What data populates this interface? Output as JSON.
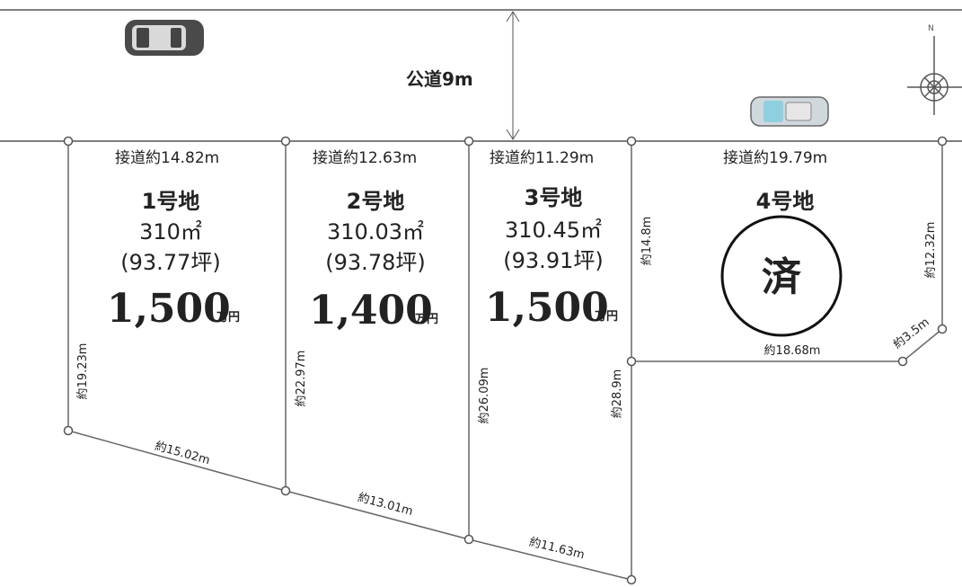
{
  "road": {
    "label": "公道9m"
  },
  "lots": [
    {
      "name": "1号地",
      "area": "310㎡",
      "tsubo": "(93.77坪)",
      "price": "1,500",
      "unit": "万円",
      "frontage": "接道約14.82m"
    },
    {
      "name": "2号地",
      "area": "310.03㎡",
      "tsubo": "(93.78坪)",
      "price": "1,400",
      "unit": "万円",
      "frontage": "接道約12.63m"
    },
    {
      "name": "3号地",
      "area": "310.45㎡",
      "tsubo": "(93.91坪)",
      "price": "1,500",
      "unit": "万円",
      "frontage": "接道約11.29m"
    },
    {
      "name": "4号地",
      "frontage": "接道約19.79m",
      "status": "済"
    }
  ],
  "dimensions": {
    "lot1_left": "約19.23m",
    "lot1_rear": "約15.02m",
    "lot2_left": "約22.97m",
    "lot2_rear": "約13.01m",
    "lot3_left": "約26.09m",
    "lot3_rear": "約11.63m",
    "lot3_right": "約28.9m",
    "lot4_left": "約14.8m",
    "lot4_rear": "約18.68m",
    "lot4_corner": "約3.5m",
    "lot4_right": "約12.32m"
  },
  "icons": [
    "car-icon",
    "compass-icon"
  ]
}
